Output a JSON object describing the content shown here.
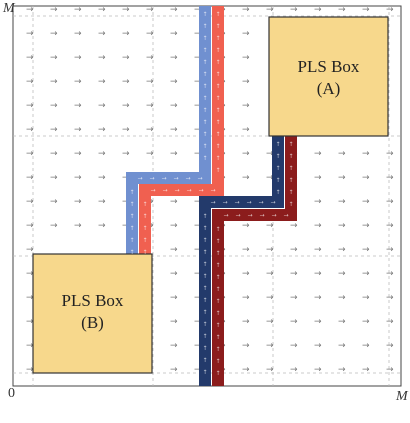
{
  "axes": {
    "origin_label": "0",
    "x_max_label": "M",
    "y_max_label": "M"
  },
  "boxes": [
    {
      "id": "A",
      "line1": "PLS Box",
      "line2": "(A)",
      "fill": "#f7d88c",
      "stroke": "#333333"
    },
    {
      "id": "B",
      "line1": "PLS Box",
      "line2": "(B)",
      "fill": "#f7d88c",
      "stroke": "#333333"
    }
  ],
  "paths": {
    "blue": "#7090d0",
    "red": "#f06050",
    "navy": "#233a6b",
    "maroon": "#8b1c1c"
  },
  "field": {
    "arrow_color": "#777777",
    "grid_color": "#bbbbbb"
  }
}
